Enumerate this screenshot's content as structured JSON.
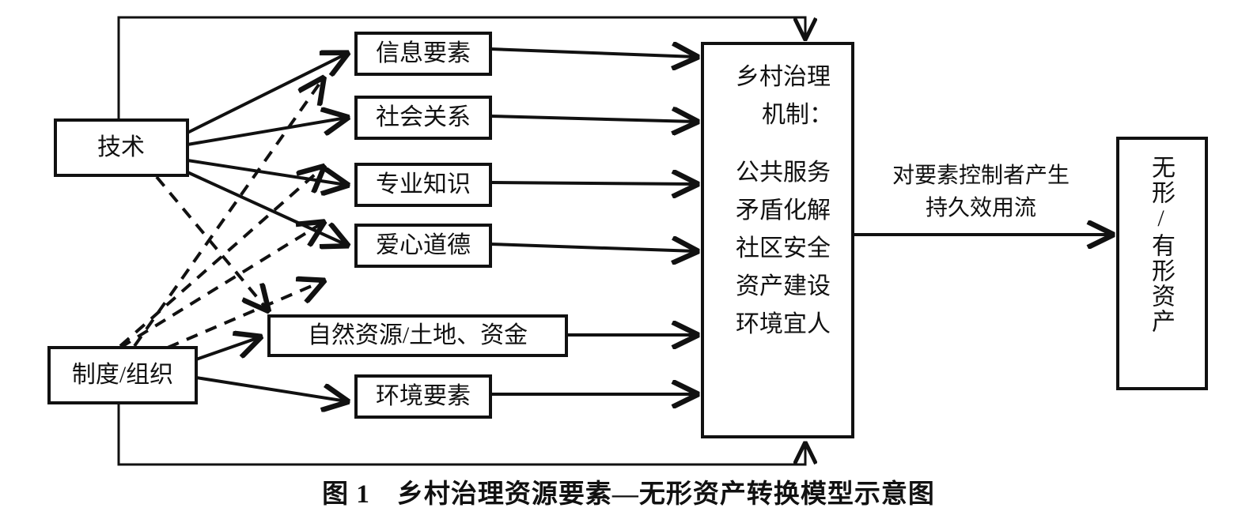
{
  "figure": {
    "caption": "图 1　乡村治理资源要素—无形资产转换模型示意图"
  },
  "nodes": {
    "technology": {
      "label": "技术"
    },
    "institution": {
      "label": "制度/组织"
    },
    "information": {
      "label": "信息要素"
    },
    "social_relations": {
      "label": "社会关系"
    },
    "professional_knowledge": {
      "label": "专业知识"
    },
    "love_morality": {
      "label": "爱心道德"
    },
    "natural_resources": {
      "label": "自然资源/土地、资金"
    },
    "environment": {
      "label": "环境要素"
    },
    "governance": {
      "title_line1": "乡村治理",
      "title_line2": "机制：",
      "items": [
        "公共服务",
        "矛盾化解",
        "社区安全",
        "资产建设",
        "环境宜人"
      ]
    },
    "assets": {
      "label": "无形/有形资产"
    }
  },
  "edges": {
    "utility_flow": {
      "line1": "对要素控制者产生",
      "line2": "持久效用流"
    }
  },
  "style": {
    "stroke": "#111111",
    "fill": "#ffffff"
  }
}
